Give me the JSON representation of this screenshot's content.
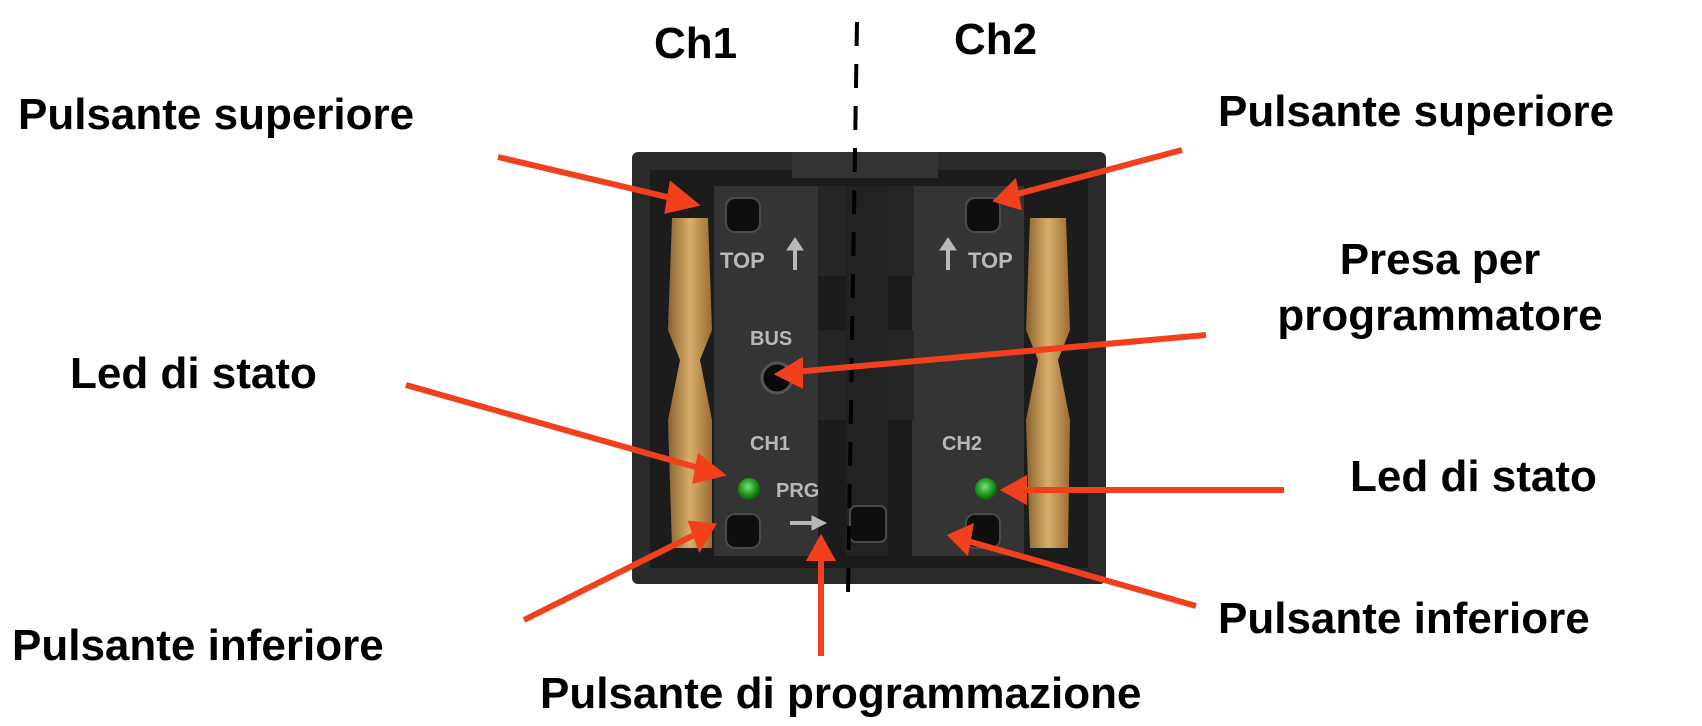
{
  "channels": {
    "left": "Ch1",
    "right": "Ch2"
  },
  "labels": {
    "upper_button_left": "Pulsante superiore",
    "upper_button_right": "Pulsante superiore",
    "programmer_socket": [
      "Presa per",
      "programmatore"
    ],
    "status_led_left": "Led di stato",
    "status_led_right": "Led di stato",
    "lower_button_left": "Pulsante inferiore",
    "lower_button_right": "Pulsante inferiore",
    "programming_button": "Pulsante di programmazione"
  },
  "device": {
    "top_left": "TOP",
    "top_right": "TOP",
    "bus": "BUS",
    "ch1": "CH1",
    "ch2": "CH2",
    "prg": "PRG"
  },
  "colors": {
    "arrow": "#f2401c",
    "device_body": "#2b2b2b",
    "led": "#1f9a1f",
    "contact": "#c99a55"
  }
}
